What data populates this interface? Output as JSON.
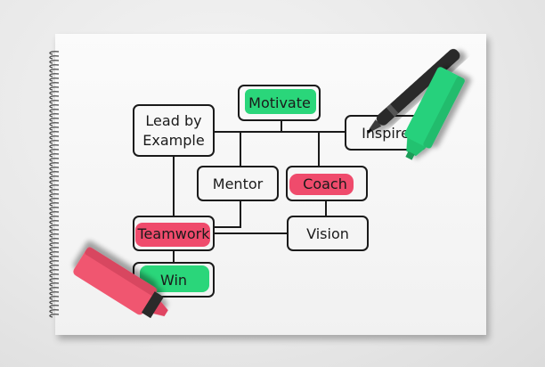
{
  "diagram": {
    "nodes": {
      "motivate": {
        "label": "Motivate",
        "highlight": "#2ad67a"
      },
      "lead_by_example": {
        "line1": "Lead by",
        "line2": "Example"
      },
      "inspire": {
        "label": "Inspire"
      },
      "mentor": {
        "label": "Mentor"
      },
      "coach": {
        "label": "Coach",
        "highlight": "#ef4b6c"
      },
      "teamwork": {
        "label": "Teamwork",
        "highlight": "#ef4b6c"
      },
      "vision": {
        "label": "Vision"
      },
      "win": {
        "label": "Win",
        "highlight": "#2ad67a"
      }
    }
  },
  "objects": {
    "green_marker": {
      "color": "#28d17c"
    },
    "pink_marker": {
      "color": "#f0566f"
    }
  }
}
